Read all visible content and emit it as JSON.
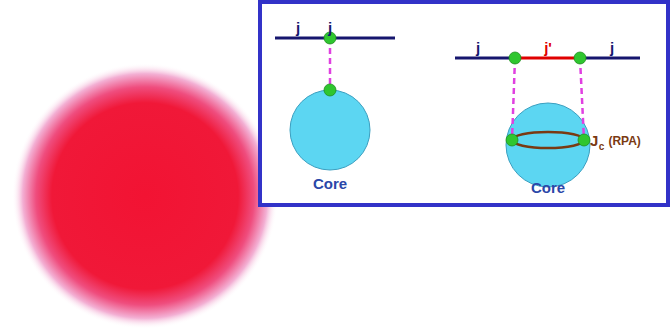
{
  "diagram": {
    "nodes": [
      {
        "text": [
          "Core"
        ]
      },
      {
        "text": [
          "Core"
        ]
      }
    ],
    "labels": [
      "j",
      "j",
      "j",
      "j'",
      "j",
      "J",
      "c",
      "(RPA)"
    ]
  }
}
